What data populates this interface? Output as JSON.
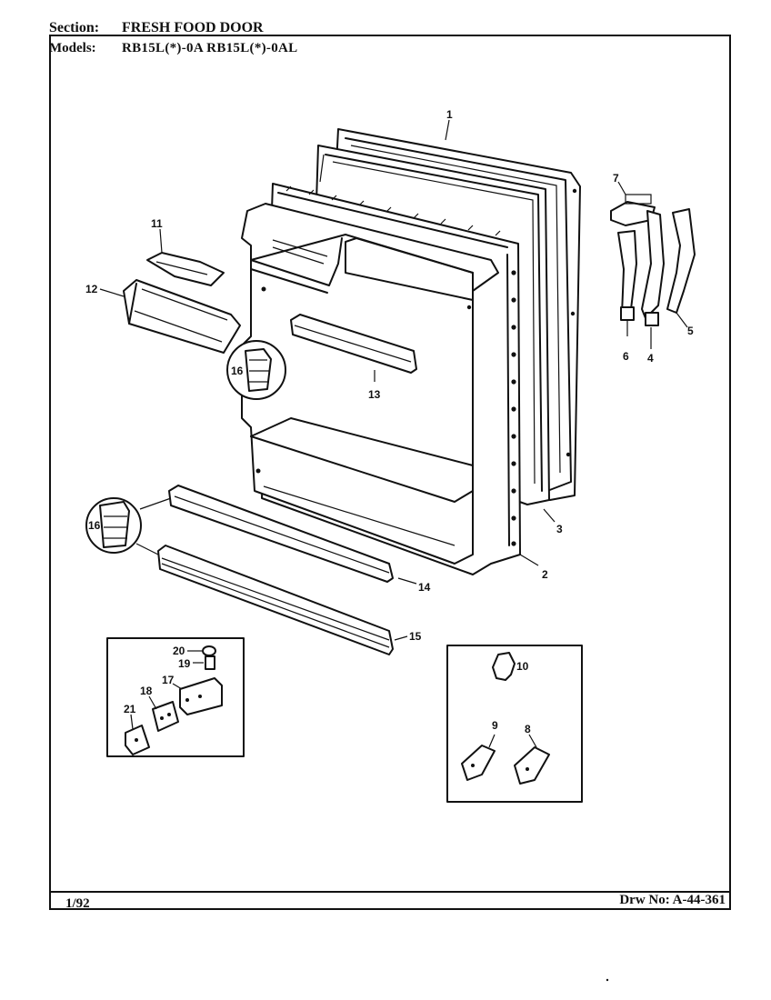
{
  "header": {
    "section_label": "Section:",
    "section_value": "FRESH FOOD DOOR",
    "models_label": "Models:",
    "models_value": "RB15L(*)-0A  RB15L(*)-0AL"
  },
  "callouts": {
    "p1": "1",
    "p2": "2",
    "p3": "3",
    "p4": "4",
    "p5": "5",
    "p6": "6",
    "p7": "7",
    "p8": "8",
    "p9": "9",
    "p10": "10",
    "p11": "11",
    "p12": "12",
    "p13": "13",
    "p14": "14",
    "p15": "15",
    "p16a": "16",
    "p16b": "16",
    "p17": "17",
    "p18": "18",
    "p19": "19",
    "p20": "20",
    "p21": "21"
  },
  "footer": {
    "date": "1/92",
    "drawing_number": "Drw No: A-44-361"
  }
}
